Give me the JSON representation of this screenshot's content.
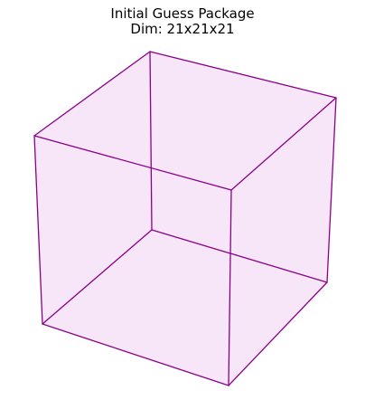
{
  "title": {
    "line1": "Initial Guess Package",
    "line2": "Dim: 21x21x21"
  },
  "package": {
    "dims": [
      21,
      21,
      21
    ],
    "face_color": "#f0d4f0",
    "edge_color": "#8b008b",
    "shape": "box-3d-wireframe"
  }
}
